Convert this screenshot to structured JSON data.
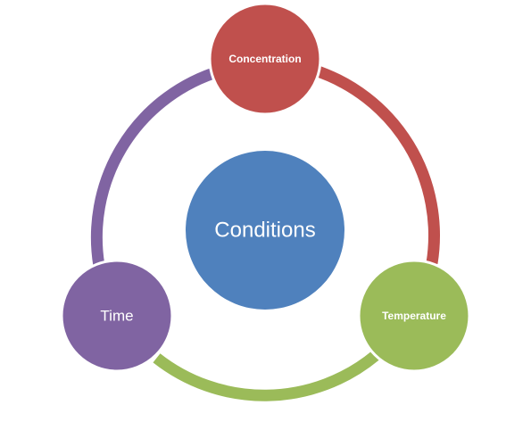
{
  "diagram": {
    "center": {
      "label": "Conditions",
      "color": "#4F81BD"
    },
    "nodes": [
      {
        "id": "concentration",
        "label": "Concentration",
        "color": "#C0504D"
      },
      {
        "id": "temperature",
        "label": "Temperature",
        "color": "#9BBB59"
      },
      {
        "id": "time",
        "label": "Time",
        "color": "#8064A2"
      }
    ]
  }
}
